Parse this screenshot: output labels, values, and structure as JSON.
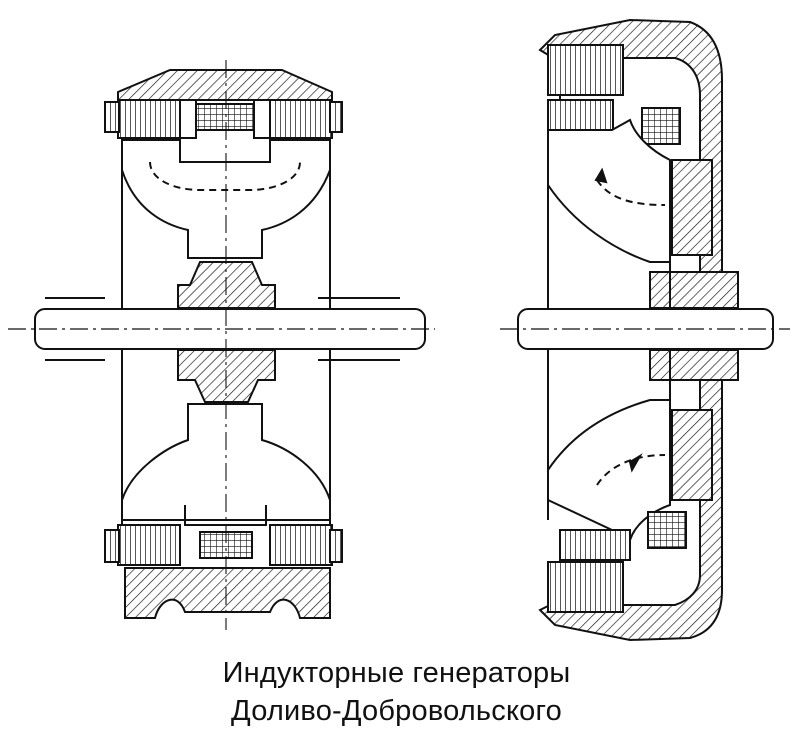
{
  "caption": {
    "line1": "Индукторные генераторы",
    "line2": "Доливо-Добровольского"
  },
  "figures": [
    {
      "name": "left-generator-drawing"
    },
    {
      "name": "right-generator-drawing"
    }
  ]
}
